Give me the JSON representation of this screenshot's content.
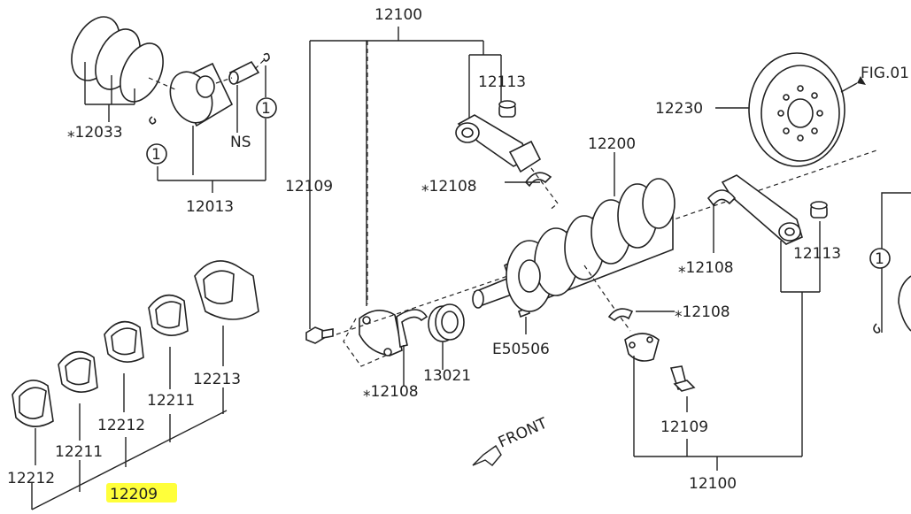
{
  "labels": {
    "p12100_top": "12100",
    "p12113_top": "12113",
    "p12230": "12230",
    "fig_ref": "FIG.01",
    "p12200": "12200",
    "p12109_left": "12109",
    "p12108_a": "⁎12108",
    "p12108_b": "⁎12108",
    "p12108_c": "⁎12108",
    "p12108_d": "⁎12108",
    "p12113_right": "12113",
    "p12033": "⁎12033",
    "ns": "NS",
    "circle_1a": "1",
    "circle_1b": "1",
    "circle_1c": "1",
    "p12013": "12013",
    "p13021": "13021",
    "e50506": "E50506",
    "front": "FRONT",
    "p12109_right": "12109",
    "p12100_bottom": "12100",
    "p12213": "12213",
    "p12211_a": "12211",
    "p12212_a": "12212",
    "p12211_b": "12211",
    "p12212_b": "12212",
    "p12209": "12209"
  },
  "highlight_color": "#ffff3a"
}
